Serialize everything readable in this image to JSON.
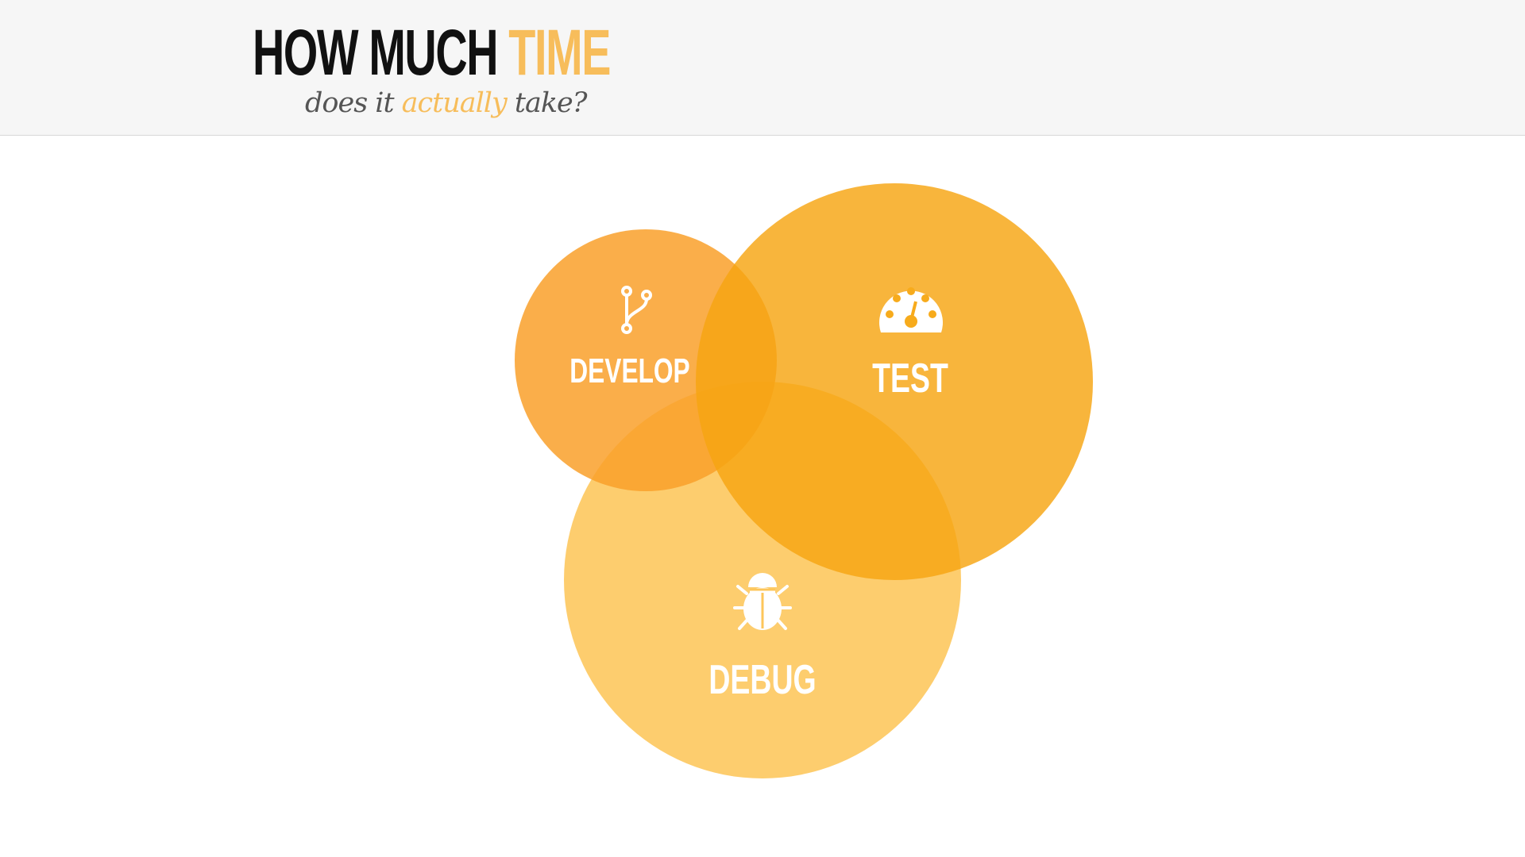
{
  "header": {
    "title_main": "HOW MUCH ",
    "title_accent": "TIME",
    "subtitle_before": "does it ",
    "subtitle_accent": "actually",
    "subtitle_after": " take?"
  },
  "diagram": {
    "circles": [
      {
        "id": "develop",
        "label": "DEVELOP",
        "icon": "git-branch-icon",
        "color": "#f9a02a"
      },
      {
        "id": "test",
        "label": "TEST",
        "icon": "speedometer-icon",
        "color": "#f7ab1c"
      },
      {
        "id": "debug",
        "label": "DEBUG",
        "icon": "bug-icon",
        "color": "#fdc65a"
      }
    ]
  },
  "colors": {
    "accent": "#f7bd5b",
    "background": "#ffffff",
    "header_bg": "#f6f6f6"
  }
}
